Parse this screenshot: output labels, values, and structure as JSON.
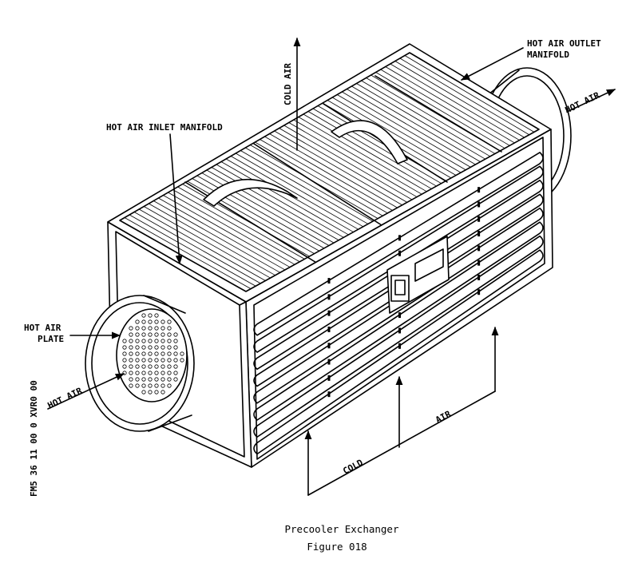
{
  "labels": {
    "hot_air_outlet_manifold_1": "HOT AIR OUTLET",
    "hot_air_outlet_manifold_2": "MANIFOLD",
    "hot_air_outlet": "HOT AIR",
    "cold_air_top": "COLD AIR",
    "hot_air_inlet_manifold": "HOT AIR INLET MANIFOLD",
    "hot_air_plate_1": "HOT AIR",
    "hot_air_plate_2": "PLATE",
    "hot_air_inlet": "HOT AIR",
    "cold_bottom": "COLD",
    "air_bottom": "AIR"
  },
  "side_code": "FM5 36 11 00 0 XVR0 00",
  "caption": {
    "title": "Precooler Exchanger",
    "figure": "Figure 018"
  }
}
